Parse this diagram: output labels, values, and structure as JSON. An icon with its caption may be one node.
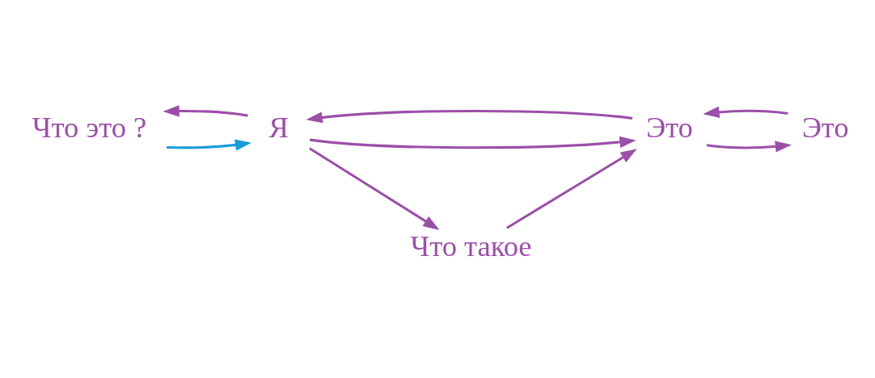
{
  "diagram": {
    "nodes": [
      {
        "text": [
          "Что это ?"
        ]
      },
      {
        "text": [
          "Я"
        ]
      },
      {
        "text": [
          "Это"
        ]
      },
      {
        "text": [
          "Это"
        ]
      },
      {
        "text": [
          "Что такое"
        ]
      }
    ],
    "edges": [
      {
        "from": 0,
        "to": 1,
        "arrow": "to",
        "color": "#1a9cd8"
      },
      {
        "from": 1,
        "to": 0,
        "arrow": "to"
      },
      {
        "from": 1,
        "to": 3,
        "arrow": "to"
      },
      {
        "from": 3,
        "to": 1,
        "arrow": "to"
      },
      {
        "from": 1,
        "to": 4,
        "arrow": "to"
      },
      {
        "from": 4,
        "to": 3,
        "arrow": "to"
      },
      {
        "from": 3,
        "to": 2,
        "arrow": "to"
      },
      {
        "from": 2,
        "to": 3,
        "arrow": "to"
      }
    ]
  }
}
